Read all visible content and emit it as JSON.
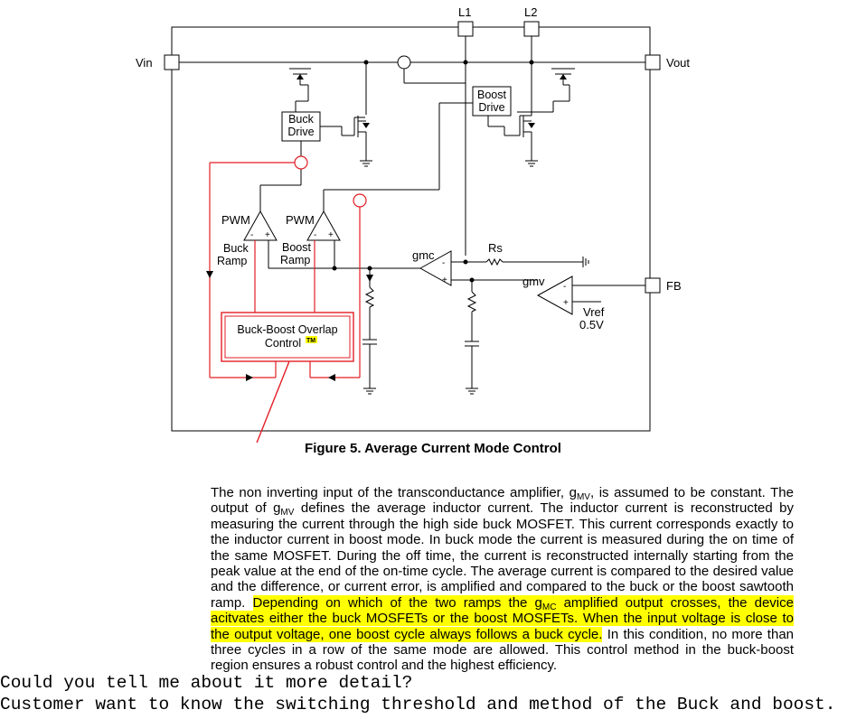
{
  "schematic": {
    "vin": "Vin",
    "vout": "Vout",
    "l1": "L1",
    "l2": "L2",
    "fb": "FB",
    "buck_drive_line1": "Buck",
    "buck_drive_line2": "Drive",
    "boost_drive_line1": "Boost",
    "boost_drive_line2": "Drive",
    "pwm_buck": "PWM",
    "pwm_boost": "PWM",
    "buck_ramp_line1": "Buck",
    "buck_ramp_line2": "Ramp",
    "boost_ramp_line1": "Boost",
    "boost_ramp_line2": "Ramp",
    "gmc": "gmc",
    "gmv": "gmv",
    "rs": "Rs",
    "vref_line1": "Vref",
    "vref_line2": "0.5V",
    "overlap_line1": "Buck-Boost Overlap",
    "overlap_line2": "Control",
    "trademark": "TM",
    "minus": "-",
    "plus": "+"
  },
  "caption": "Figure 5.  Average Current Mode Control",
  "paragraph": {
    "p1": "The non inverting input of the transconductance amplifier, g",
    "s1": "MV",
    "p2": ", is assumed to be constant. The output of g",
    "s2": "MV",
    "p3": " defines the average inductor current. The inductor current is reconstructed by measuring the current through the high side buck MOSFET. This current corresponds exactly to the inductor current in boost mode. In buck mode the current is measured during the on time of the same MOSFET. During the off time, the current is reconstructed internally starting from the peak value at the end of the on-time cycle. The average current is compared to the desired value and the difference, or current error, is amplified and compared to the buck or the boost sawtooth ramp. ",
    "h1": "Depending on which of the two ramps the g",
    "hs": "MC",
    "h2": " amplified output crosses, the device acitvates either the buck MOSFETs or the boost MOSFETs. When the input voltage is close to the output voltage, one boost cycle always follows a buck cycle.",
    "p4": " In this condition, no more than three cycles in a row of the same mode are allowed. This control method in the buck-boost region ensures a robust control and the highest efficiency."
  },
  "question": {
    "line1": "Could you tell me about it more detail?",
    "line2": "Customer want to know the switching threshold and method of the Buck and boost."
  },
  "colors": {
    "annotation": "#e31e24",
    "highlight": "#ffff00",
    "trademark_bg": "#ffff00"
  }
}
